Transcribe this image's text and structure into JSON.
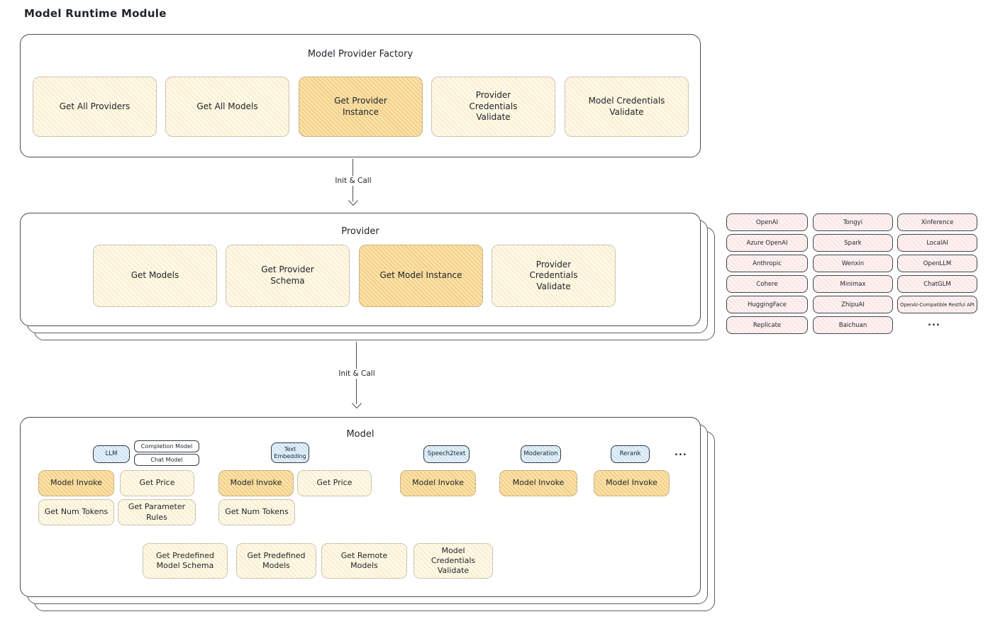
{
  "title": "Model Runtime Module",
  "arrows": {
    "top": "Init & Call",
    "bottom": "Init & Call"
  },
  "factory": {
    "title": "Model Provider Factory",
    "buttons": [
      {
        "label": "Get All Providers",
        "highlighted": false
      },
      {
        "label": "Get All Models",
        "highlighted": false
      },
      {
        "label": "Get Provider Instance",
        "highlighted": true
      },
      {
        "label": "Provider Credentials Validate",
        "highlighted": false
      },
      {
        "label": "Model Credentials Validate",
        "highlighted": false
      }
    ]
  },
  "provider": {
    "title": "Provider",
    "buttons": [
      {
        "label": "Get Models",
        "highlighted": false
      },
      {
        "label": "Get Provider Schema",
        "highlighted": false
      },
      {
        "label": "Get Model Instance",
        "highlighted": true
      },
      {
        "label": "Provider Credentials Validate",
        "highlighted": false
      }
    ]
  },
  "providers": {
    "items": [
      "OpenAI",
      "Tongyi",
      "Xinference",
      "Azure OpenAI",
      "Spark",
      "LocalAI",
      "Anthropic",
      "Wenxin",
      "OpenLLM",
      "Cohere",
      "Minimax",
      "ChatGLM",
      "HuggingFace",
      "ZhipuAI",
      "OpenAI-Compatible Restful API",
      "Replicate",
      "Baichuan"
    ],
    "more": "..."
  },
  "model": {
    "title": "Model",
    "tags": [
      "LLM",
      "Completion Model",
      "Chat Model",
      "Text Embedding",
      "Speech2text",
      "Moderation",
      "Rerank"
    ],
    "tags_more": "...",
    "buttons": {
      "model_invoke": "Model Invoke",
      "get_price": "Get Price",
      "get_num_tokens": "Get Num Tokens",
      "get_parameter_rules": "Get Parameter Rules",
      "get_predefined_model_schema": "Get Predefined Model Schema",
      "get_predefined_models": "Get Predefined Models",
      "get_remote_models": "Get Remote Models",
      "model_credentials_validate": "Model Credentials Validate"
    }
  },
  "colors": {
    "highlight_fill": "#f9e5b2",
    "normal_fill": "#fdf9ea",
    "provider_pink": "#fdf2f1",
    "tag_blue": "#e4f1fa",
    "border_dark": "#454c52"
  }
}
